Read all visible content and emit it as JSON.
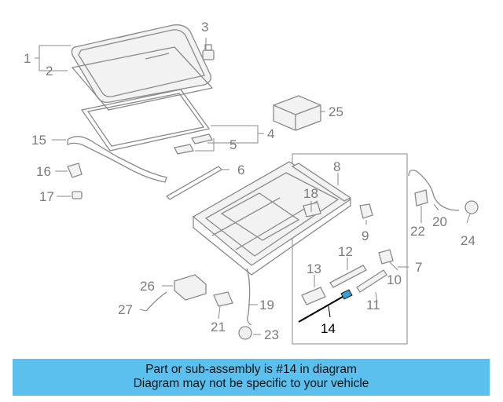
{
  "callouts": {
    "c1": "1",
    "c2": "2",
    "c3": "3",
    "c4": "4",
    "c5": "5",
    "c6": "6",
    "c7": "7",
    "c8": "8",
    "c9": "9",
    "c10": "10",
    "c11": "11",
    "c12": "12",
    "c13": "13",
    "c14": "14",
    "c15": "15",
    "c16": "16",
    "c17": "17",
    "c18": "18",
    "c19": "19",
    "c20": "20",
    "c21": "21",
    "c22": "22",
    "c23": "23",
    "c24": "24",
    "c25": "25",
    "c26": "26",
    "c27": "27"
  },
  "banner": {
    "line1": "Part or sub-assembly is #14 in diagram",
    "line2": "Diagram may not be specific to your vehicle",
    "color": "#5bc0ee"
  },
  "highlight_color": "#3aa0d8"
}
